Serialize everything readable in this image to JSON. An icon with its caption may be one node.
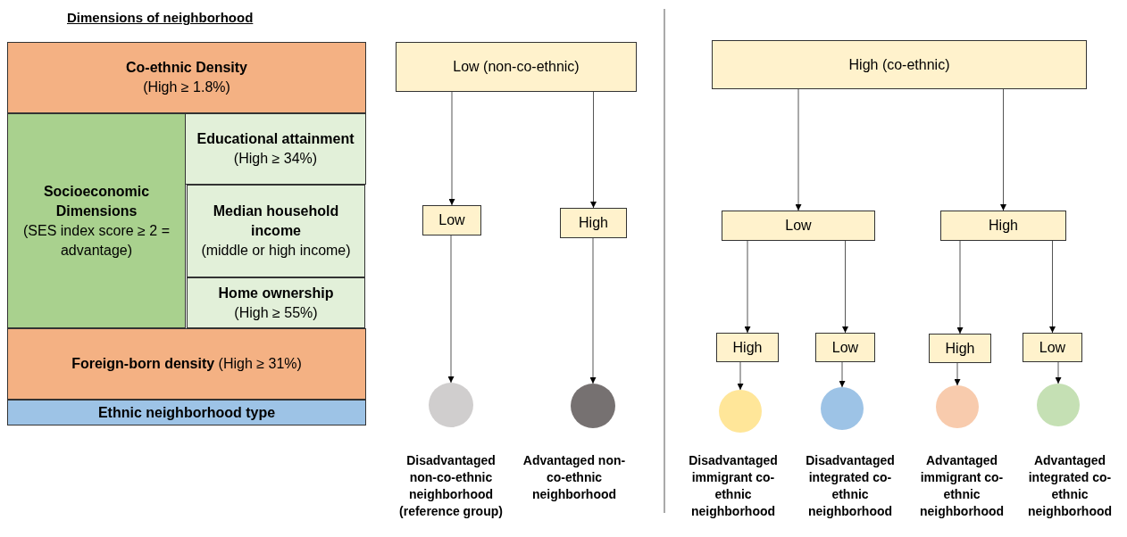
{
  "diagram": {
    "title": "Dimensions of neighborhood",
    "nodes": [
      {
        "text": [
          "Co-ethnic Density",
          "(High ≥ 1.8%)"
        ]
      },
      {
        "text": [
          "Socioeconomic Dimensions",
          "(SES index score ≥ 2 = advantage)"
        ]
      },
      {
        "text": [
          "Educational attainment",
          "(High ≥ 34%)"
        ]
      },
      {
        "text": [
          "Median household income",
          "(middle or high income)"
        ]
      },
      {
        "text": [
          "Home ownership",
          "(High ≥ 55%)"
        ]
      },
      {
        "text": [
          "**Foreign-born density** (High ≥ 31%)"
        ]
      },
      {
        "text": [
          "Ethnic neighborhood type"
        ]
      },
      {
        "text": [
          "Low (non-co-ethnic)"
        ]
      },
      {
        "text": [
          "Low"
        ]
      },
      {
        "text": [
          "High"
        ]
      },
      {
        "text": [],
        "shape": "circle",
        "beside": [
          "Disadvantaged non-co-ethnic neighborhood (reference group)"
        ]
      },
      {
        "text": [],
        "shape": "circle",
        "beside": [
          "Advantaged non-co-ethnic neighborhood"
        ]
      },
      {
        "text": [
          "High (co-ethnic)"
        ]
      },
      {
        "text": [
          "Low"
        ]
      },
      {
        "text": [
          "High"
        ]
      },
      {
        "text": [
          "High"
        ]
      },
      {
        "text": [
          "Low"
        ]
      },
      {
        "text": [
          "High"
        ]
      },
      {
        "text": [
          "Low"
        ]
      },
      {
        "text": [],
        "shape": "circle",
        "beside": [
          "Disadvantaged immigrant co-ethnic neighborhood"
        ]
      },
      {
        "text": [],
        "shape": "circle",
        "beside": [
          "Disadvantaged integrated co-ethnic neighborhood"
        ]
      },
      {
        "text": [],
        "shape": "circle",
        "beside": [
          "Advantaged immigrant co-ethnic neighborhood"
        ]
      },
      {
        "text": [],
        "shape": "circle",
        "beside": [
          "Advantaged integrated co-ethnic neighborhood"
        ]
      }
    ],
    "edges": [
      {
        "from": 7,
        "to": 8,
        "arrow": "to"
      },
      {
        "from": 7,
        "to": 9,
        "arrow": "to"
      },
      {
        "from": 8,
        "to": 10,
        "arrow": "to"
      },
      {
        "from": 9,
        "to": 11,
        "arrow": "to"
      },
      {
        "from": 12,
        "to": 13,
        "arrow": "to"
      },
      {
        "from": 12,
        "to": 14,
        "arrow": "to"
      },
      {
        "from": 13,
        "to": 15,
        "arrow": "to"
      },
      {
        "from": 13,
        "to": 16,
        "arrow": "to"
      },
      {
        "from": 14,
        "to": 17,
        "arrow": "to"
      },
      {
        "from": 14,
        "to": 18,
        "arrow": "to"
      },
      {
        "from": 15,
        "to": 19,
        "arrow": "to"
      },
      {
        "from": 16,
        "to": 20,
        "arrow": "to"
      },
      {
        "from": 17,
        "to": 21,
        "arrow": "to"
      },
      {
        "from": 18,
        "to": 22,
        "arrow": "to"
      }
    ]
  }
}
